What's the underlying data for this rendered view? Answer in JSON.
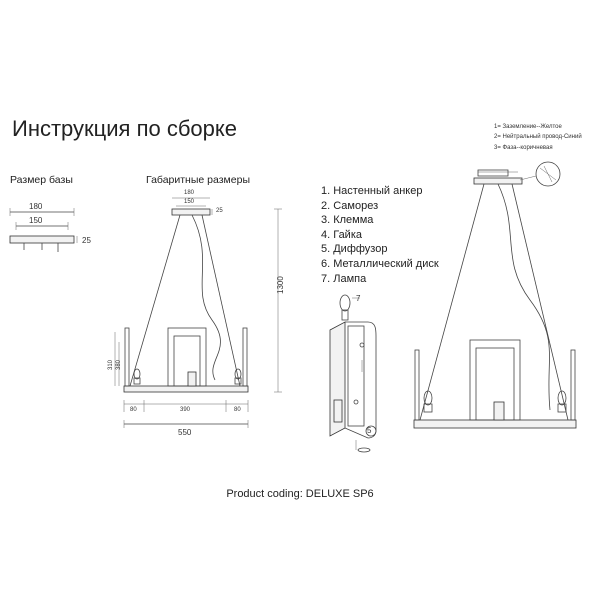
{
  "title": "Инструкция по сборке",
  "base_size": {
    "label": "Размер базы",
    "dims": [
      "180",
      "150",
      "25"
    ]
  },
  "overall_size": {
    "label": "Габаритные размеры",
    "dims": {
      "top_outer": "180",
      "top_inner": "150",
      "cap_height": "25",
      "height": "1300",
      "side_a": "310",
      "side_b": "380",
      "seg_left": "80",
      "seg_mid": "390",
      "seg_right": "80",
      "width": "550"
    }
  },
  "parts": [
    "1. Настенный анкер",
    "2. Саморез",
    "3. Клемма",
    "4. Гайка",
    "5. Диффузор",
    "6. Металлический диск",
    "7. Лампа"
  ],
  "wiring": [
    "1= Заземление--Желтое",
    "2= Нейтральный провод-Синий",
    "3= Фаза--коричневая"
  ],
  "callouts": [
    "7",
    "5"
  ],
  "footer": "Product coding: DELUXE SP6"
}
